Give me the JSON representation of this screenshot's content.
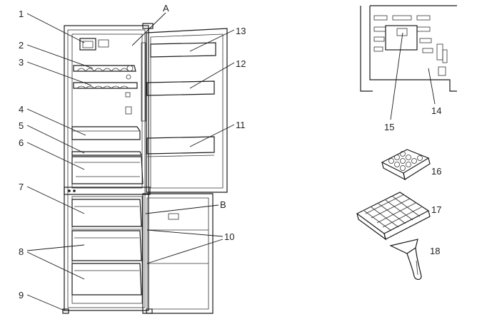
{
  "labels": {
    "n1": "1",
    "n2": "2",
    "n3": "3",
    "n4": "4",
    "n5": "5",
    "n6": "6",
    "n7": "7",
    "n8": "8",
    "n9": "9",
    "n10": "10",
    "n11": "11",
    "n12": "12",
    "n13": "13",
    "n14": "14",
    "n15": "15",
    "n16": "16",
    "n17": "17",
    "n18": "18",
    "A": "A",
    "B": "B"
  }
}
